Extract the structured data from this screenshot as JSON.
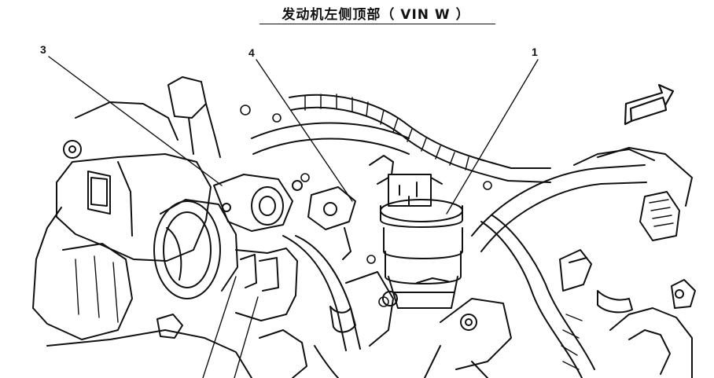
{
  "title": "发动机左侧顶部（ VIN W ）",
  "callouts": {
    "label_3": "3",
    "label_4": "4",
    "label_1": "1"
  },
  "colors": {
    "ink": "#111111",
    "paper": "#ffffff"
  }
}
